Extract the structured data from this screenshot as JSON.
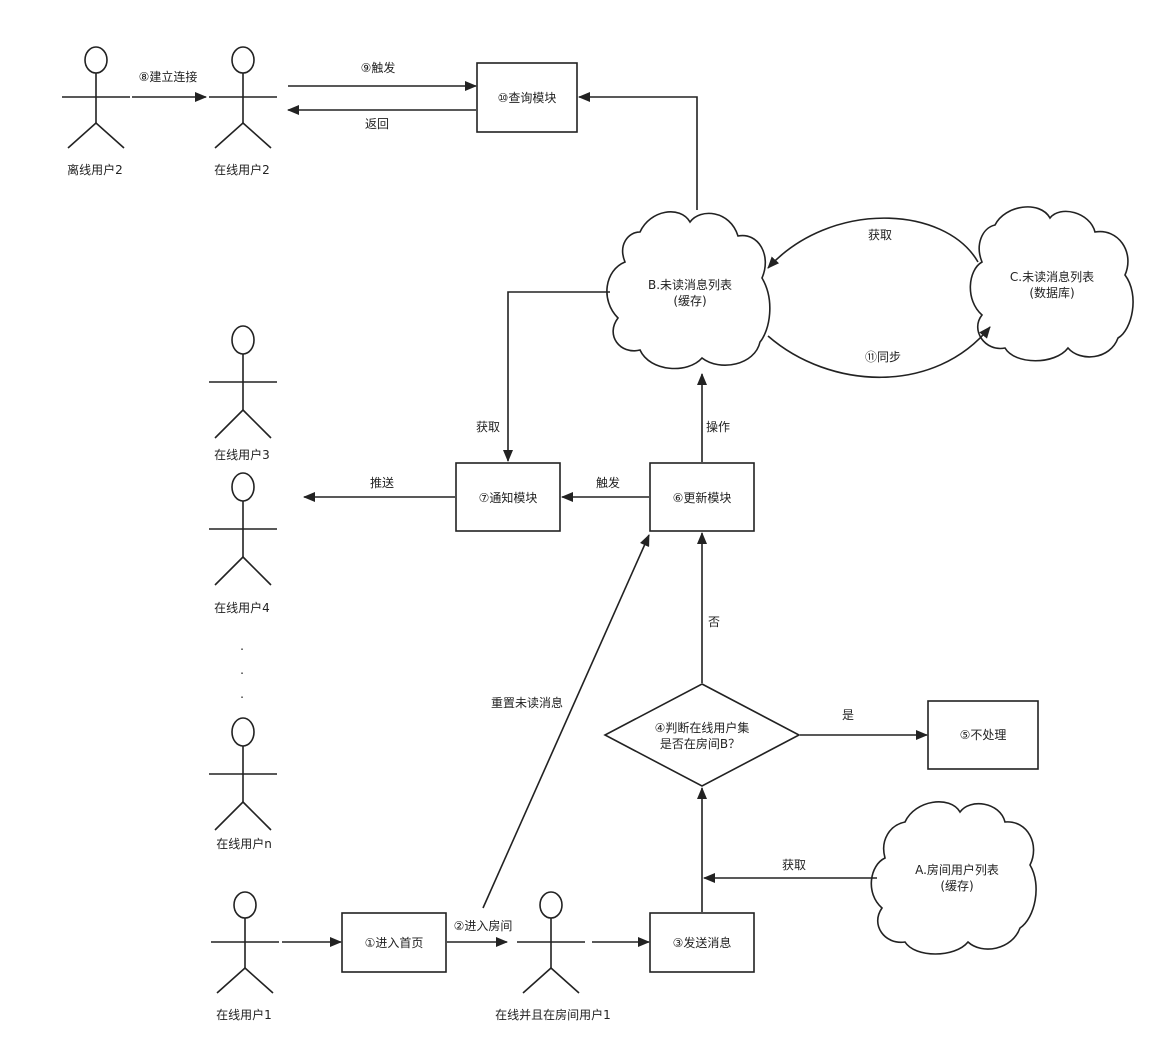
{
  "actors": {
    "offline_user2": "离线用户2",
    "online_user2": "在线用户2",
    "online_user3": "在线用户3",
    "online_user4": "在线用户4",
    "online_usern": "在线用户n",
    "online_user1": "在线用户1",
    "room_user1": "在线并且在房间用户1"
  },
  "ellipsis": ".",
  "boxes": {
    "query_module": "⑩查询模块",
    "notify_module": "⑦通知模块",
    "update_module": "⑥更新模块",
    "no_process": "⑤不处理",
    "enter_home": "①进入首页",
    "send_message": "③发送消息"
  },
  "decision": {
    "line1": "④判断在线用户集",
    "line2": "是否在房间B？"
  },
  "clouds": {
    "unread_cache": {
      "line1": "B.未读消息列表",
      "line2": "(缓存)"
    },
    "unread_db": {
      "line1": "C.未读消息列表",
      "line2": "(数据库)"
    },
    "room_users": {
      "line1": "A.房间用户列表",
      "line2": "(缓存)"
    }
  },
  "edges": {
    "connect": "⑧建立连接",
    "trigger_query": "⑨触发",
    "return": "返回",
    "fetch_from_db": "获取",
    "sync": "⑪同步",
    "fetch_unread": "获取",
    "operate": "操作",
    "push": "推送",
    "trigger_notify": "触发",
    "no": "否",
    "yes": "是",
    "reset_unread": "重置未读消息",
    "fetch_room_users": "获取",
    "enter_room": "②进入房间"
  }
}
